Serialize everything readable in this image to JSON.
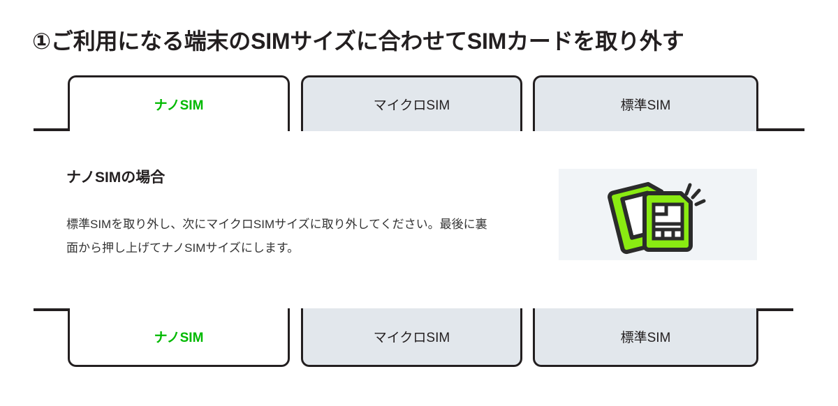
{
  "page": {
    "title": "①ご利用になる端末のSIMサイズに合わせてSIMカードを取り外す",
    "background_color": "#ffffff"
  },
  "colors": {
    "accent_green": "#00b900",
    "ink": "#231f20",
    "tab_inactive_bg": "#e2e7ec",
    "tab_active_bg": "#ffffff",
    "illustration_bg": "#f1f4f7",
    "sim_green": "#8aeb12"
  },
  "tabs_top": {
    "name": "sim-size-tabs-top",
    "selected_index": 0,
    "items": [
      {
        "label": "ナノSIM",
        "active": true
      },
      {
        "label": "マイクロSIM",
        "active": false
      },
      {
        "label": "標準SIM",
        "active": false
      }
    ]
  },
  "panel": {
    "heading": "ナノSIMの場合",
    "body": "標準SIMを取り外し、次にマイクロSIMサイズに取り外してください。最後に裏面から押し上げてナノSIMサイズにします。",
    "illustration": {
      "icon_name": "sim-card-popout-illustration",
      "alt": "SIMカードをナノSIMサイズに取り外すイラスト"
    }
  },
  "tabs_bottom": {
    "name": "sim-size-tabs-bottom",
    "selected_index": 0,
    "items": [
      {
        "label": "ナノSIM",
        "active": true
      },
      {
        "label": "マイクロSIM",
        "active": false
      },
      {
        "label": "標準SIM",
        "active": false
      }
    ]
  }
}
